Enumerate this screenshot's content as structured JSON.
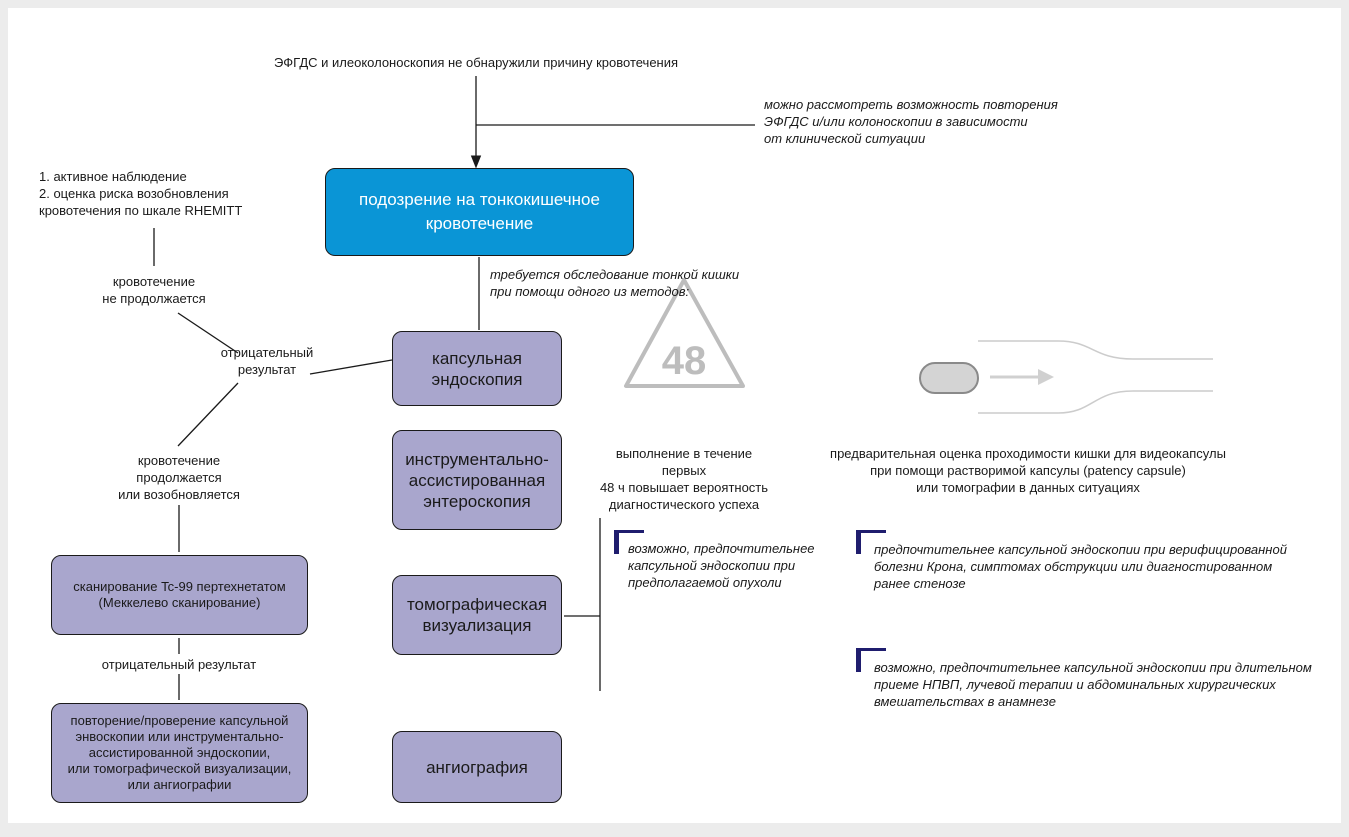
{
  "colors": {
    "primary_box": "#0a95d6",
    "method_box": "#a9a6cd",
    "accent_bracket": "#1f1d6e",
    "line": "#1a1a1a",
    "icon_gray": "#bdbdbd"
  },
  "texts": {
    "top_condition": "ЭФГДС и илеоколоноскопия не обнаружили причину кровотечения",
    "repeat_note": "можно рассмотреть возможность повторения\nЭФГДС и/или колоноскопии в зависимости\nот клинической ситуации",
    "suspicion": "подозрение на тонкокишечное\nкровотечение",
    "management": "1. активное наблюдение\n2. оценка риска возобновления\n    кровотечения по шкале RHEMITT",
    "bleeding_stopped": "кровотечение\nне продолжается",
    "negative_result": "отрицательный\nрезультат",
    "bleeding_continues": "кровотечение\nпродолжается\nили возобновляется",
    "scan": "сканирование Tc-99 пертехнетатом\n(Меккелево сканирование)",
    "negative_result_2": "отрицательный результат",
    "repeat_methods": "повторение/проверение капсульной\nэнвоскопии или инструментально-\nассистированной эндоскопии,\nили томографической визуализации,\nили ангиографии",
    "exam_required": "требуется обследование тонкой кишки\nпри помощи одного из методов:",
    "capsule": "капсульная\nэндоскопия",
    "enteroscopy": "инструментально-\nассистированная\nэнтероскопия",
    "tomography": "томографическая\nвизуализация",
    "angiography": "ангиография",
    "time_icon_label": "48",
    "within_48h": "выполнение в течение первых\n48 ч повышает вероятность\nдиагностического успеха",
    "patency": "предварительная оценка проходимости кишки для видеокапсулы\nпри помощи растворимой капсулы (patency capsule)\nили томографии в данных ситуациях",
    "tumor_note": "возможно, предпочтительнее\nкапсульной эндоскопии при\nпредполагаемой опухоли",
    "crohn_note": "предпочтительнее капсульной эндоскопии при верифицированной\nболезни Крона, симптомах обструкции или диагностированном\nранее стенозе",
    "nsaid_note": "возможно, предпочтительнее капсульной эндоскопии при длительном\nприеме НПВП, лучевой терапии и абдоминальных хирургических\nвмешательствах в анамнезе"
  }
}
